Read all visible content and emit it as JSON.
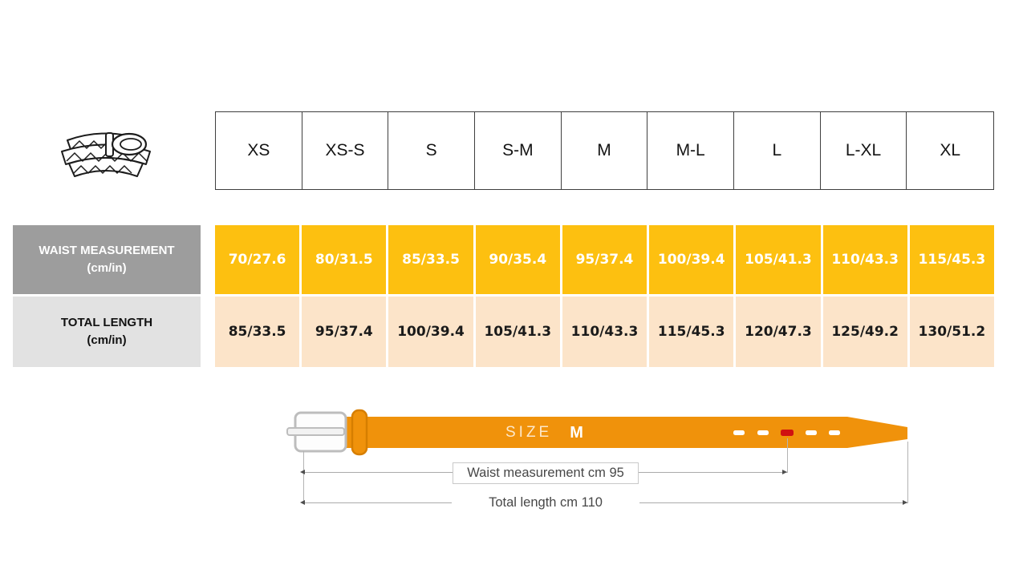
{
  "size_chart": {
    "sizes": [
      "XS",
      "XS-S",
      "S",
      "S-M",
      "M",
      "M-L",
      "L",
      "L-XL",
      "XL"
    ],
    "waist_row": {
      "label": "WAIST MEASUREMENT",
      "unit": "(cm/in)",
      "values": [
        "70/27.6",
        "80/31.5",
        "85/33.5",
        "90/35.4",
        "95/37.4",
        "100/39.4",
        "105/41.3",
        "110/43.3",
        "115/45.3"
      ]
    },
    "length_row": {
      "label": "TOTAL LENGTH",
      "unit": "(cm/in)",
      "values": [
        "85/33.5",
        "95/37.4",
        "100/39.4",
        "105/41.3",
        "110/43.3",
        "115/45.3",
        "120/47.3",
        "125/49.2",
        "130/51.2"
      ]
    }
  },
  "diagram": {
    "size_word": "SIZE",
    "size_value": "M",
    "waist_note": "Waist measurement cm 95",
    "length_note": "Total length cm 110"
  },
  "icons": {
    "product": "braided-belt-icon"
  },
  "colors": {
    "waist_cell_bg": "#fdc010",
    "waist_cell_text": "#ffffff",
    "length_cell_bg": "#fce4c9",
    "length_cell_text": "#1a1a1a",
    "waist_label_bg": "#9d9d9d",
    "length_label_bg": "#e2e2e2",
    "belt_orange": "#f0920b",
    "buckle_gray": "#bdbdbd",
    "hole_red": "#d01111",
    "annotation_text": "#474747"
  }
}
